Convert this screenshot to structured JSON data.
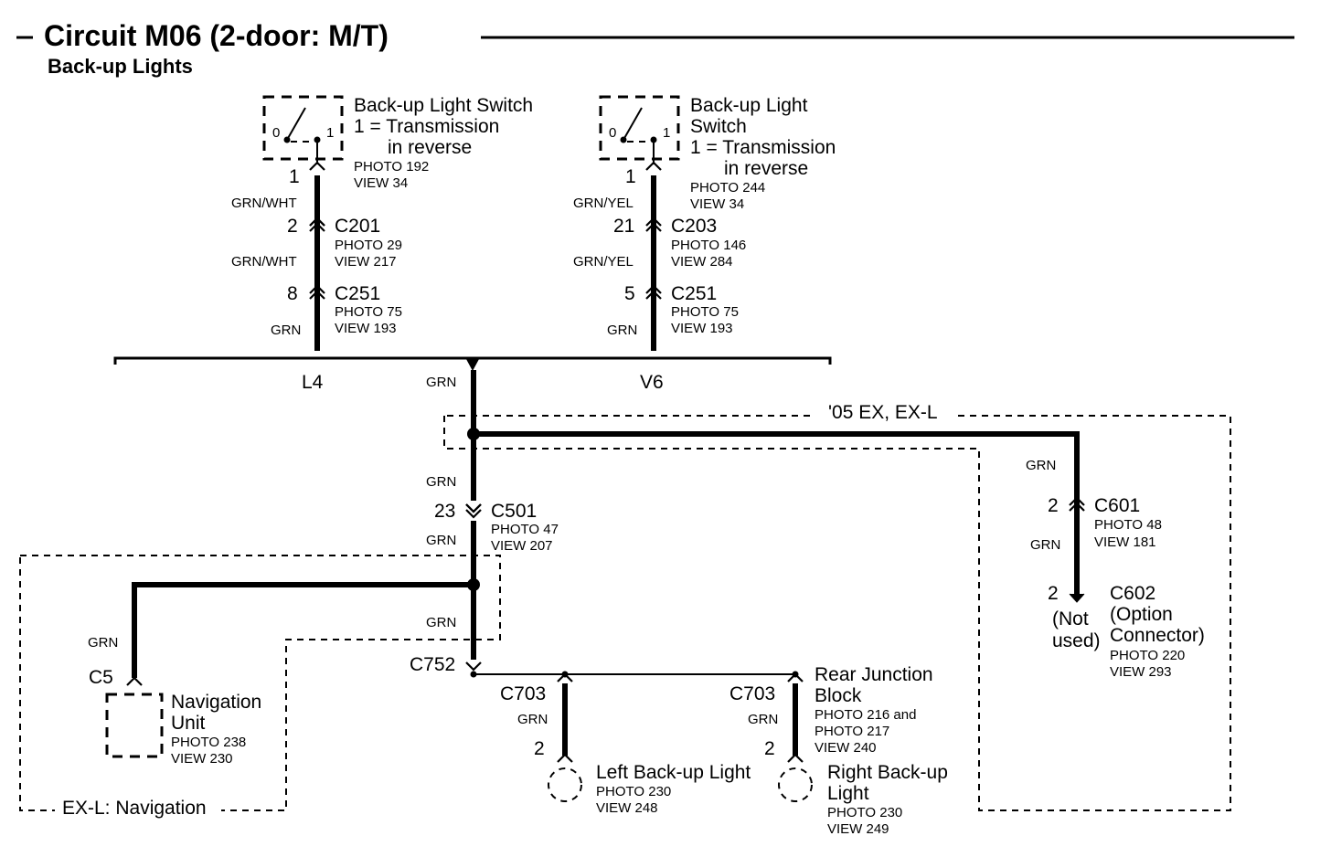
{
  "title": "Circuit M06 (2-door: M/T)",
  "subtitle": "Back-up Lights",
  "switch_l4": {
    "name": "Back-up Light Switch",
    "note_1": "1 = Transmission",
    "note_2": "in reverse",
    "photo": "PHOTO 192",
    "view": "VIEW 34",
    "pos0": "0",
    "pos1": "1"
  },
  "switch_v6": {
    "name_1": "Back-up Light",
    "name_2": "Switch",
    "note_1": "1 = Transmission",
    "note_2": "in reverse",
    "photo": "PHOTO 244",
    "view": "VIEW 34",
    "pos0": "0",
    "pos1": "1"
  },
  "l4_branch": {
    "label": "L4",
    "pin_switch": "1",
    "wire1": "GRN/WHT",
    "c201_pin": "2",
    "c201": "C201",
    "c201_photo": "PHOTO 29",
    "c201_view": "VIEW 217",
    "wire2": "GRN/WHT",
    "c251_pin": "8",
    "c251": "C251",
    "c251_photo": "PHOTO 75",
    "c251_view": "VIEW 193",
    "wire3": "GRN"
  },
  "v6_branch": {
    "label": "V6",
    "pin_switch": "1",
    "wire1": "GRN/YEL",
    "c203_pin": "21",
    "c203": "C203",
    "c203_photo": "PHOTO 146",
    "c203_view": "VIEW 284",
    "wire2": "GRN/YEL",
    "c251_pin": "5",
    "c251": "C251",
    "c251_photo": "PHOTO 75",
    "c251_view": "VIEW 193",
    "wire3": "GRN"
  },
  "main": {
    "wire_below_bus": "GRN",
    "option_label": "'05 EX, EX-L",
    "wire_above_c501": "GRN",
    "c501_pin": "23",
    "c501": "C501",
    "c501_photo": "PHOTO 47",
    "c501_view": "VIEW 207",
    "wire_below_c501": "GRN",
    "wire_above_c752": "GRN",
    "c752": "C752"
  },
  "option_connector": {
    "wire1": "GRN",
    "c601_pin": "2",
    "c601": "C601",
    "c601_photo": "PHOTO 48",
    "c601_view": "VIEW 181",
    "wire2": "GRN",
    "c602_pin": "2",
    "not_used_1": "(Not",
    "not_used_2": "used)",
    "c602": "C602",
    "c602_desc_1": "(Option",
    "c602_desc_2": "Connector)",
    "c602_photo": "PHOTO 220",
    "c602_view": "VIEW 293"
  },
  "navigation": {
    "wire": "GRN",
    "connector": "C5",
    "name_1": "Navigation",
    "name_2": "Unit",
    "photo": "PHOTO 238",
    "view": "VIEW 230",
    "option_label": "EX-L: Navigation"
  },
  "junction_block": {
    "name_1": "Rear Junction",
    "name_2": "Block",
    "photo_1": "PHOTO 216 and",
    "photo_2": "PHOTO 217",
    "view": "VIEW 240"
  },
  "left_light": {
    "connector": "C703",
    "wire": "GRN",
    "pin": "2",
    "name": "Left Back-up Light",
    "photo": "PHOTO 230",
    "view": "VIEW 248"
  },
  "right_light": {
    "connector": "C703",
    "wire": "GRN",
    "pin": "2",
    "name_1": "Right Back-up",
    "name_2": "Light",
    "photo": "PHOTO 230",
    "view": "VIEW 249"
  }
}
